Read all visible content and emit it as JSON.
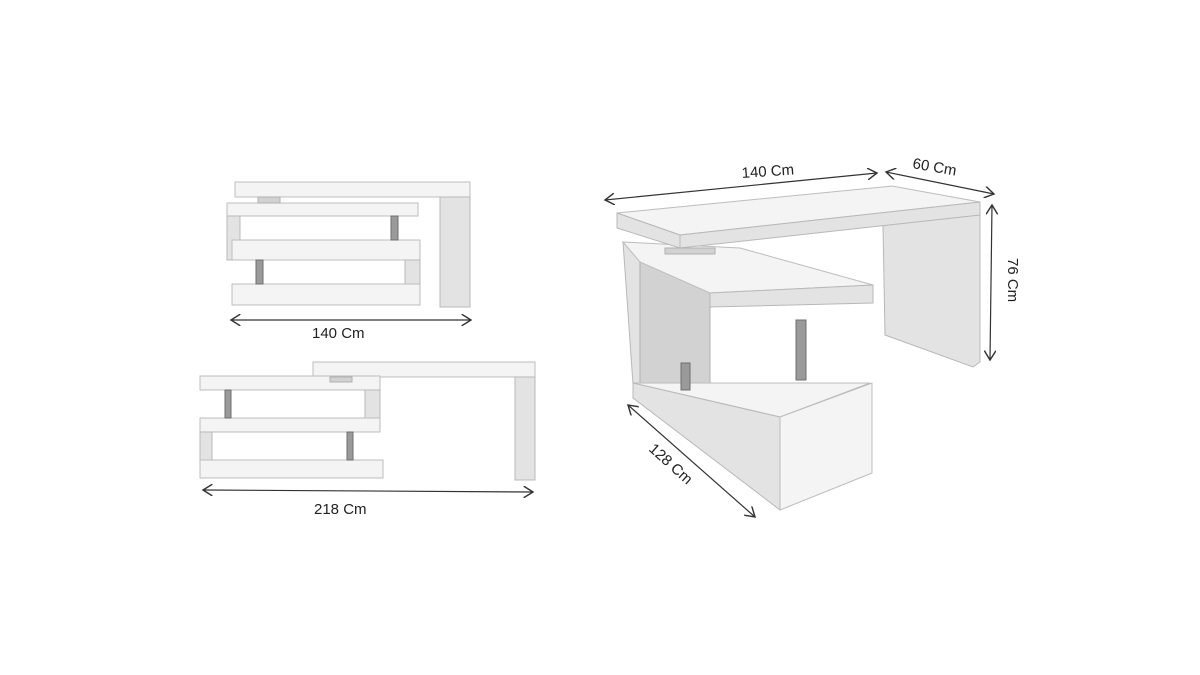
{
  "views": {
    "compact": {
      "width_label": "140 Cm"
    },
    "extended": {
      "width_label": "218 Cm"
    },
    "perspective": {
      "length_label": "140 Cm",
      "depth_label": "60 Cm",
      "height_label": "76 Cm",
      "return_label": "128 Cm"
    }
  }
}
